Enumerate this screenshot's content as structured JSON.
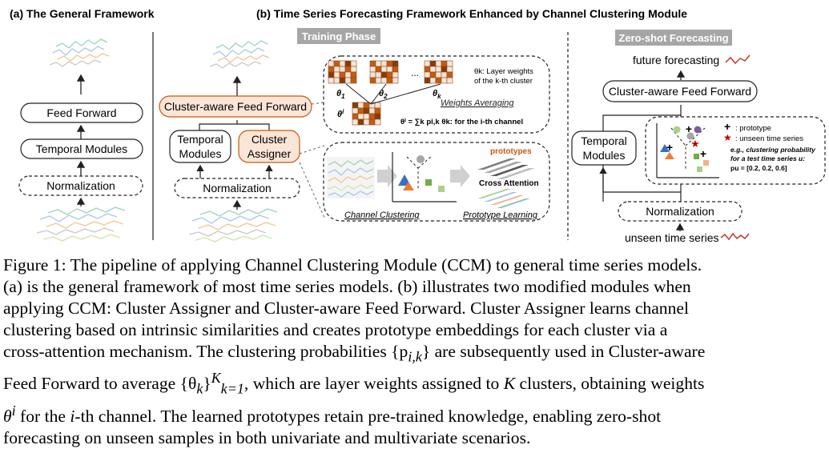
{
  "panel_a": {
    "title": "(a) The General Framework",
    "feed_forward": "Feed Forward",
    "temporal_modules": "Temporal Modules",
    "normalization": "Normalization"
  },
  "panel_b": {
    "title": "(b) Time Series Forecasting Framework Enhanced by Channel Clustering Module",
    "training_phase": "Training Phase",
    "cluster_aware_ff": "Cluster-aware Feed Forward",
    "temporal_line1": "Temporal",
    "temporal_line2": "Modules",
    "cluster_line1": "Cluster",
    "cluster_line2": "Assigner",
    "normalization": "Normalization",
    "theta1": "θ",
    "theta1_sub": "1",
    "theta2": "θ",
    "theta2_sub": "2",
    "thetak": "θ",
    "thetak_sub": "k",
    "dots": "...",
    "theta_i": "θ",
    "theta_i_sup": "i",
    "layer_weights_line1": "θk: Layer weights",
    "layer_weights_line2": "of the k-th cluster",
    "weights_averaging": "Weights Averaging",
    "theta_i_formula": "θⁱ = ∑k pi,k θk: for the i-th channel",
    "prototypes": "prototypes",
    "cross_attention": "Cross Attention",
    "channel_clustering": "Channel Clustering",
    "prototype_learning": "Prototype Learning"
  },
  "panel_c": {
    "title": "Zero-shot Forecasting",
    "future_forecasting": "future forecasting",
    "cluster_aware_ff": "Cluster-aware Feed Forward",
    "temporal_line1": "Temporal",
    "temporal_line2": "Modules",
    "normalization": "Normalization",
    "unseen_time_series": "unseen time series",
    "legend_prototype": ": prototype",
    "legend_unseen": ": unseen time series",
    "example_line1": "e.g., clustering probability",
    "example_line2": "for a test time series u:",
    "example_line3": "pu = [0.2, 0.2, 0.6]"
  },
  "caption": {
    "line1": "Figure 1: The pipeline of applying Channel Clustering Module (CCM) to general time series models.",
    "line2": "(a) is the general framework of most time series models. (b) illustrates two modified modules when",
    "line3": "applying CCM: Cluster Assigner and Cluster-aware Feed Forward. Cluster Assigner learns channel",
    "line4": "clustering based on intrinsic similarities and creates prototype embeddings for each cluster via a",
    "line5": "cross-attention mechanism. The clustering probabilities {p",
    "line5_sub": "i,k",
    "line5_tail": "} are subsequently used in Cluster-aware",
    "line6_a": "Feed Forward to average {θ",
    "line6_sub": "k",
    "line6_sup": "K",
    "line6_sub2": "k=1",
    "line6_b": ", which are layer weights assigned to",
    "line6_K": "K",
    "line6_c": "clusters, obtaining weights",
    "line7_theta": "θ",
    "line7_sup": "i",
    "line7_a": "for the",
    "line7_i": "i",
    "line7_b": "-th channel. The learned prototypes retain pre-trained knowledge, enabling zero-shot",
    "line8": "forecasting on unseen samples in both univariate and multivariate scenarios."
  },
  "colors": {
    "box_fill_orange": "#fbe5d6",
    "box_stroke_orange": "#c55a11",
    "phase_label_bg": "#a6a6a6",
    "arrow_gray": "#c8c8c8",
    "matrix_dark": "#843c0c",
    "matrix_mid": "#c55a11",
    "matrix_light": "#fbe5d6",
    "forecast_red": "#c0392b",
    "proto_purple": "#7b5ea7"
  }
}
